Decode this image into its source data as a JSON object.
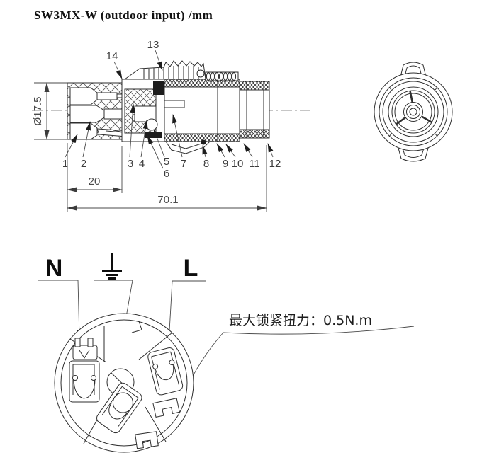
{
  "title": "SW3MX-W (outdoor input) /mm",
  "side_view": {
    "dims": {
      "diameter": "Ø17.5",
      "front_length": "20",
      "total_length": "70.1"
    },
    "parts": [
      "1",
      "2",
      "3",
      "4",
      "5",
      "6",
      "7",
      "8",
      "9",
      "10",
      "11",
      "12",
      "13",
      "14"
    ]
  },
  "pinout": {
    "neutral_label": "N",
    "live_label": "L",
    "ground_icon": "earth-ground-symbol",
    "torque_note": "最大锁紧扭力：0.5N.m"
  },
  "colors": {
    "line": "#2e2e2e",
    "dim": "#4a4a4a",
    "text": "#111111",
    "background": "#ffffff"
  }
}
